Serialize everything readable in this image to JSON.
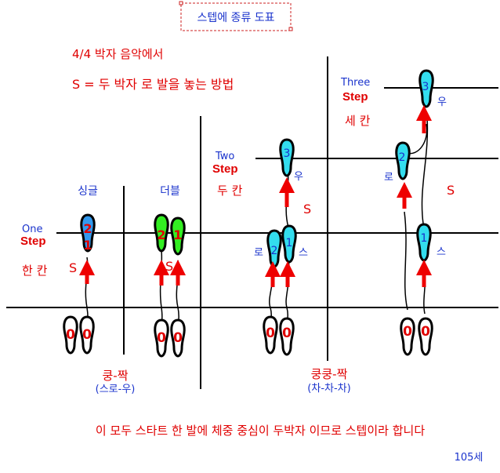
{
  "title": "스텝에 종류 도표",
  "intro": {
    "line1": "4/4 박자 음악에서",
    "line2": "S = 두 박자 로 발을 놓는 방법"
  },
  "levels": [
    {
      "en": "One",
      "step": "Step",
      "ko": "한 칸"
    },
    {
      "en": "Two",
      "step": "Step",
      "ko": "두 칸"
    },
    {
      "en": "Three",
      "step": "Step",
      "ko": "세 칸"
    }
  ],
  "columns": {
    "single": {
      "label": "싱글",
      "nums": [
        "2",
        "1"
      ],
      "s": "S",
      "start": [
        "0",
        "0"
      ]
    },
    "double": {
      "label": "더블",
      "nums": [
        "2",
        "1"
      ],
      "s": "S",
      "start": [
        "0",
        "0"
      ]
    },
    "two": {
      "nums": [
        "3",
        "2",
        "1"
      ],
      "words": [
        "우",
        "로",
        "스"
      ],
      "s": "S",
      "start": [
        "0",
        "0"
      ]
    },
    "three": {
      "nums": [
        "3",
        "2",
        "1"
      ],
      "words": [
        "우",
        "로",
        "스"
      ],
      "s": "S",
      "start": [
        "0",
        "0"
      ]
    }
  },
  "groups": [
    {
      "main": "쿵-짝",
      "sub": "(스로-우)"
    },
    {
      "main": "쿵쿵-짝",
      "sub": "(차-차-차)"
    }
  ],
  "footer": "이 모두 스타트 한 발에 체중 중심이 두박자 이므로 스텝이라 합니다",
  "page_number": "105세",
  "colors": {
    "red": "#e00000",
    "blue": "#1a33cc",
    "cyan": "#33ddee",
    "green": "#33ee22",
    "step_blue": "#3399ee"
  }
}
